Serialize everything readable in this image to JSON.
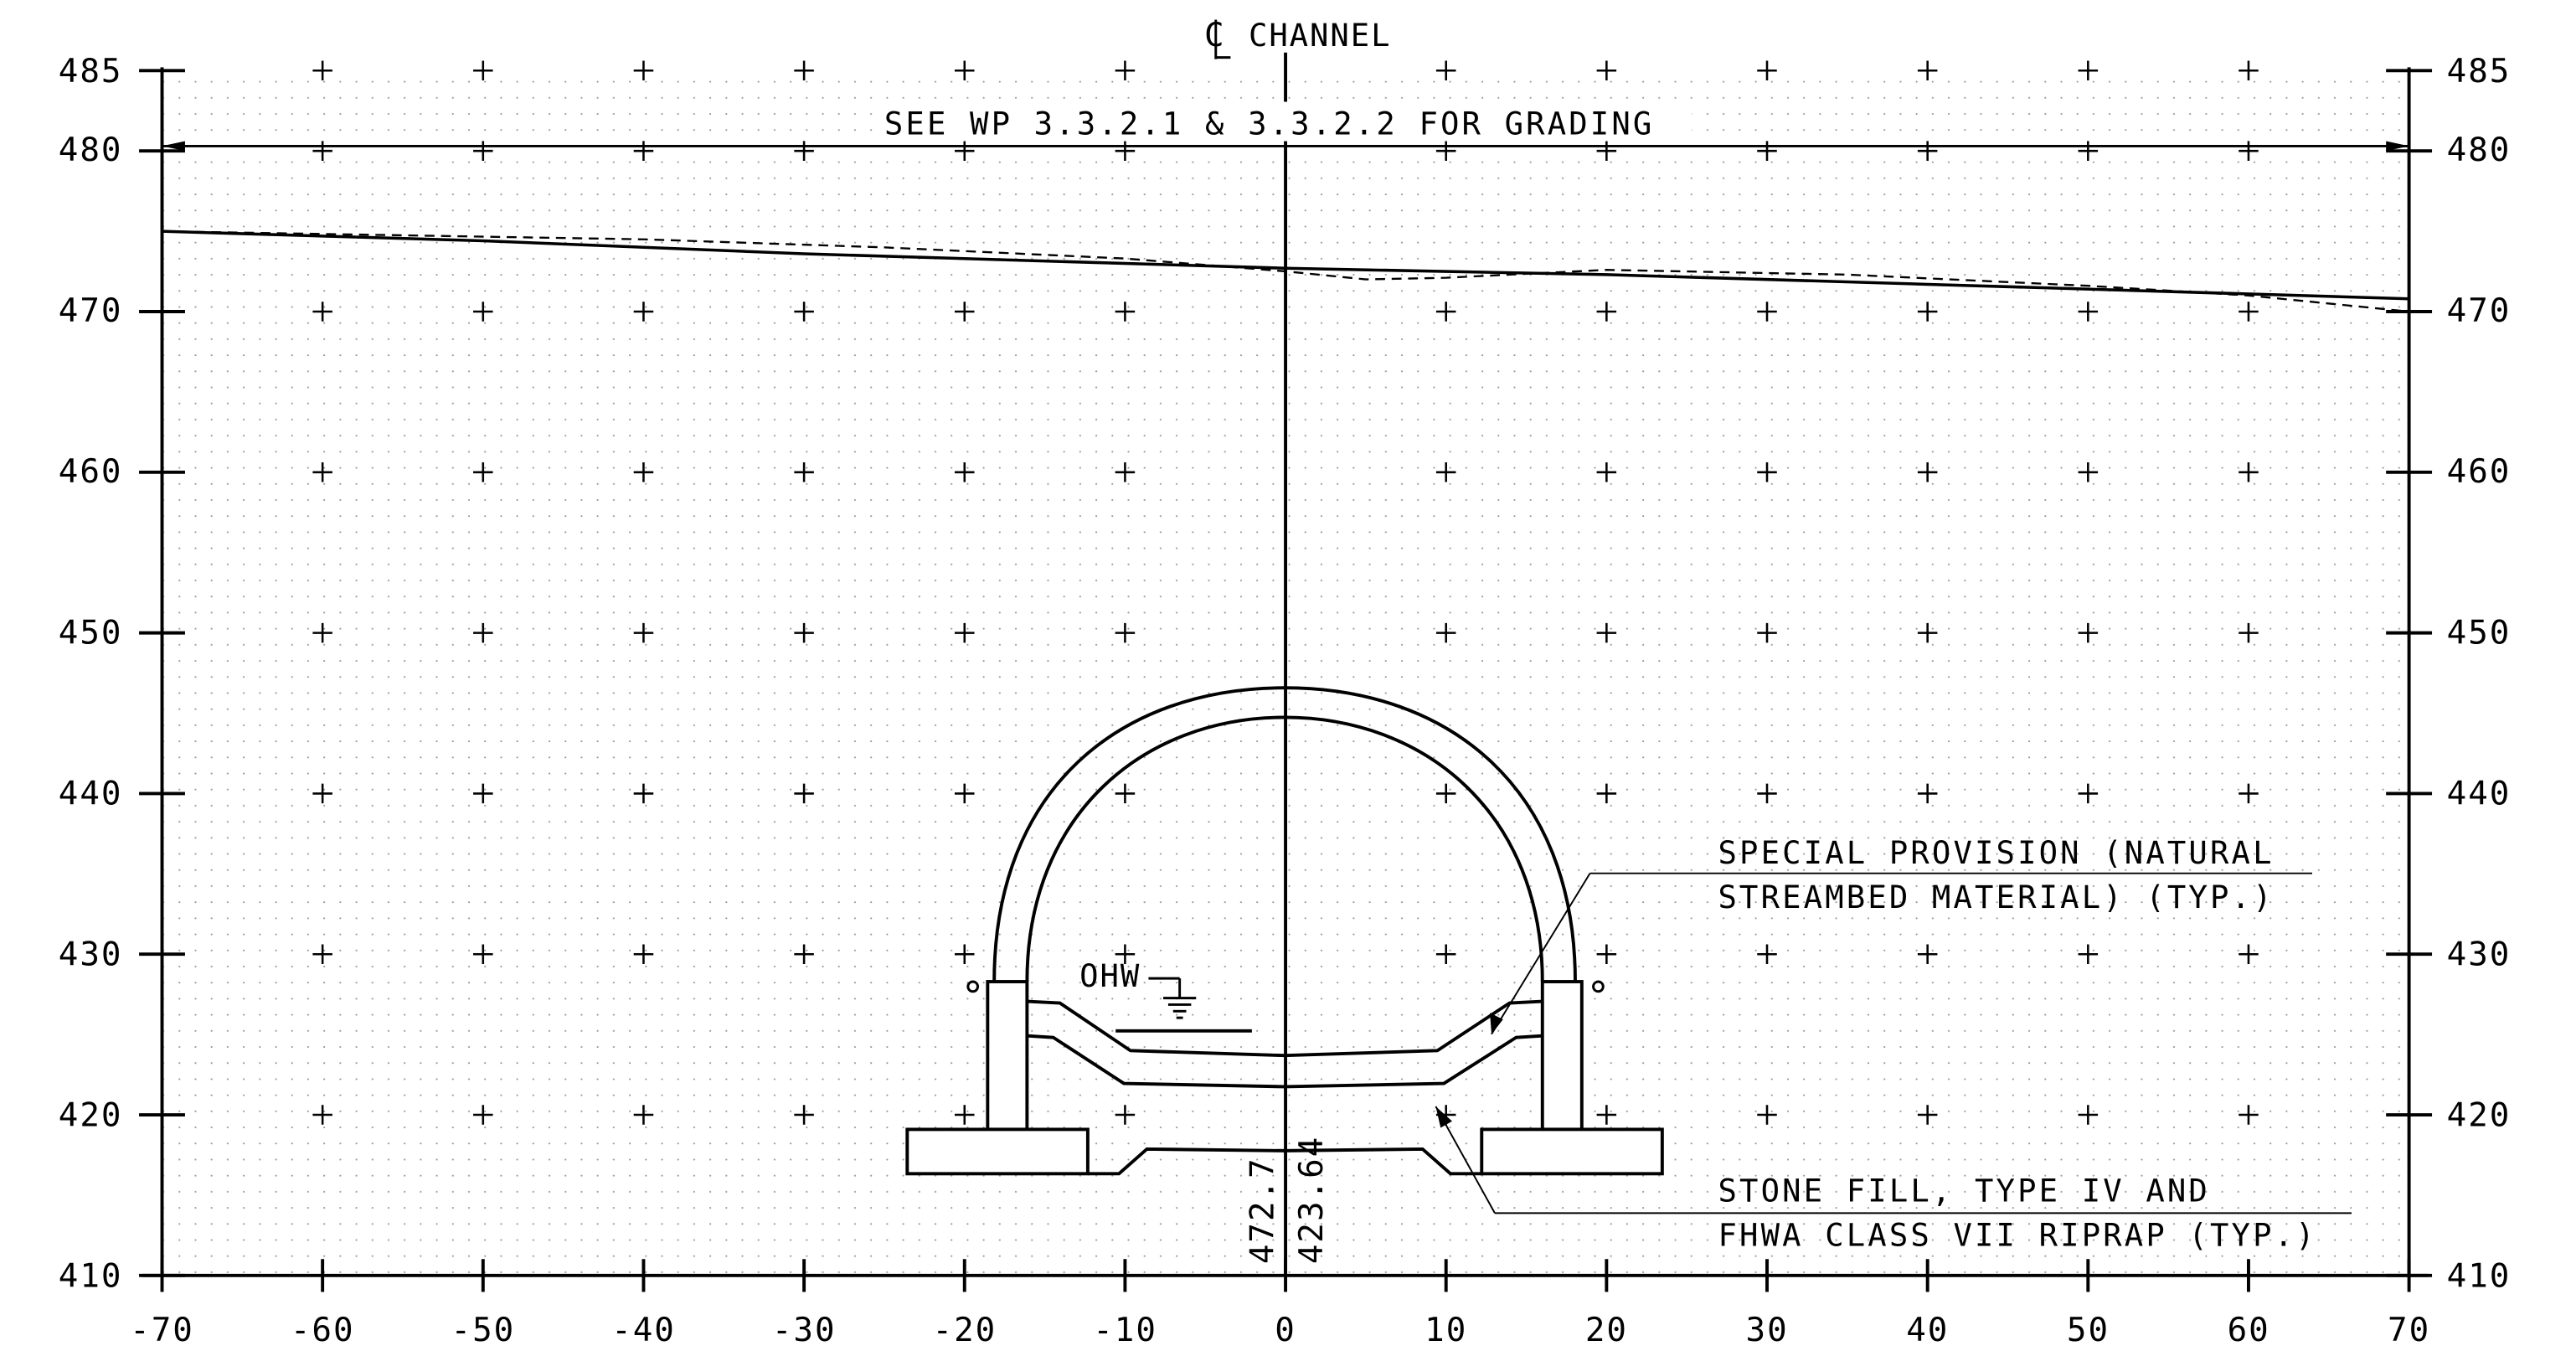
{
  "chart_data": {
    "type": "cross-section",
    "x_ticks": [
      "-70",
      "-60",
      "-50",
      "-40",
      "-30",
      "-20",
      "-10",
      "0",
      "10",
      "20",
      "30",
      "40",
      "50",
      "60",
      "70"
    ],
    "y_ticks": [
      "410",
      "420",
      "430",
      "440",
      "450",
      "460",
      "470",
      "480",
      "485"
    ],
    "xlim": [
      -70,
      70
    ],
    "ylim": [
      410,
      485
    ],
    "grid": true,
    "centerline_label": "CHANNEL",
    "top_note": "SEE WP 3.3.2.1 & 3.3.2.2 FOR GRADING",
    "ohw_label": "OHW",
    "callout_1": [
      "SPECIAL PROVISION (NATURAL",
      "STREAMBED MATERIAL) (TYP.)"
    ],
    "callout_2": [
      "STONE FILL, TYPE IV AND",
      "FHWA CLASS VII RIPRAP (TYP.)"
    ],
    "elev_top": "472.7",
    "elev_bottom": "423.64",
    "proposed_grade": [
      [
        -70,
        475.0
      ],
      [
        -50,
        474.4
      ],
      [
        -30,
        473.6
      ],
      [
        0,
        472.7
      ],
      [
        20,
        472.3
      ],
      [
        40,
        471.7
      ],
      [
        70,
        470.8
      ]
    ],
    "existing_grade": [
      [
        -70,
        475.0
      ],
      [
        -40,
        474.5
      ],
      [
        -25,
        474.0
      ],
      [
        -10,
        473.3
      ],
      [
        0,
        472.5
      ],
      [
        5,
        472.0
      ],
      [
        10,
        472.1
      ],
      [
        20,
        472.6
      ],
      [
        35,
        472.3
      ],
      [
        50,
        471.6
      ],
      [
        60,
        471.0
      ],
      [
        70,
        470.0
      ]
    ]
  }
}
